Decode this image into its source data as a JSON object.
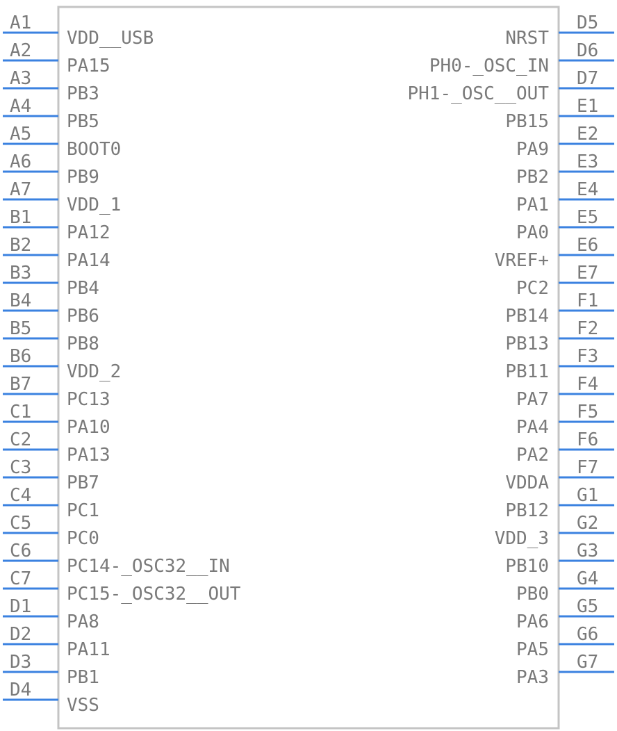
{
  "colors": {
    "pin": "#3b82e0",
    "text": "#7a7a7a",
    "body_stroke": "#c4c4c4"
  },
  "left_pins": [
    {
      "num": "A1",
      "name": "VDD__USB"
    },
    {
      "num": "A2",
      "name": "PA15"
    },
    {
      "num": "A3",
      "name": "PB3"
    },
    {
      "num": "A4",
      "name": "PB5"
    },
    {
      "num": "A5",
      "name": "BOOT0"
    },
    {
      "num": "A6",
      "name": "PB9"
    },
    {
      "num": "A7",
      "name": "VDD_1"
    },
    {
      "num": "B1",
      "name": "PA12"
    },
    {
      "num": "B2",
      "name": "PA14"
    },
    {
      "num": "B3",
      "name": "PB4"
    },
    {
      "num": "B4",
      "name": "PB6"
    },
    {
      "num": "B5",
      "name": "PB8"
    },
    {
      "num": "B6",
      "name": "VDD_2"
    },
    {
      "num": "B7",
      "name": "PC13"
    },
    {
      "num": "C1",
      "name": "PA10"
    },
    {
      "num": "C2",
      "name": "PA13"
    },
    {
      "num": "C3",
      "name": "PB7"
    },
    {
      "num": "C4",
      "name": "PC1"
    },
    {
      "num": "C5",
      "name": "PC0"
    },
    {
      "num": "C6",
      "name": "PC14-_OSC32__IN"
    },
    {
      "num": "C7",
      "name": "PC15-_OSC32__OUT"
    },
    {
      "num": "D1",
      "name": "PA8"
    },
    {
      "num": "D2",
      "name": "PA11"
    },
    {
      "num": "D3",
      "name": "PB1"
    },
    {
      "num": "D4",
      "name": "VSS"
    }
  ],
  "right_pins": [
    {
      "num": "D5",
      "name": "NRST"
    },
    {
      "num": "D6",
      "name": "PH0-_OSC_IN"
    },
    {
      "num": "D7",
      "name": "PH1-_OSC__OUT"
    },
    {
      "num": "E1",
      "name": "PB15"
    },
    {
      "num": "E2",
      "name": "PA9"
    },
    {
      "num": "E3",
      "name": "PB2"
    },
    {
      "num": "E4",
      "name": "PA1"
    },
    {
      "num": "E5",
      "name": "PA0"
    },
    {
      "num": "E6",
      "name": "VREF+"
    },
    {
      "num": "E7",
      "name": "PC2"
    },
    {
      "num": "F1",
      "name": "PB14"
    },
    {
      "num": "F2",
      "name": "PB13"
    },
    {
      "num": "F3",
      "name": "PB11"
    },
    {
      "num": "F4",
      "name": "PA7"
    },
    {
      "num": "F5",
      "name": "PA4"
    },
    {
      "num": "F6",
      "name": "PA2"
    },
    {
      "num": "F7",
      "name": "VDDA"
    },
    {
      "num": "G1",
      "name": "PB12"
    },
    {
      "num": "G2",
      "name": "VDD_3"
    },
    {
      "num": "G3",
      "name": "PB10"
    },
    {
      "num": "G4",
      "name": "PB0"
    },
    {
      "num": "G5",
      "name": "PA6"
    },
    {
      "num": "G6",
      "name": "PA5"
    },
    {
      "num": "G7",
      "name": "PA3"
    }
  ]
}
